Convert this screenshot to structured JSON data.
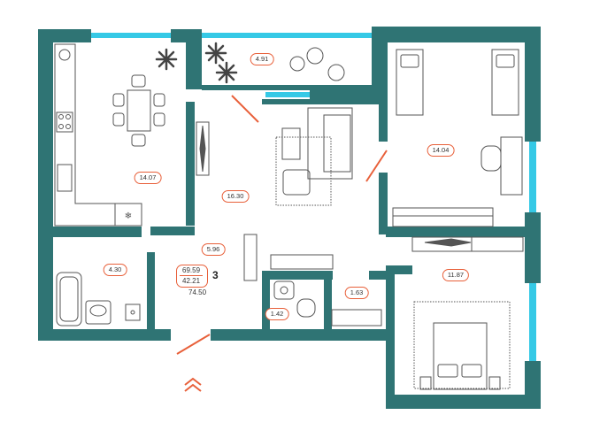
{
  "colors": {
    "wall": "#2f7474",
    "window": "#35c9e6",
    "door": "#e8603a",
    "furniture": "#555555",
    "label_border": "#e8603a"
  },
  "rooms": [
    {
      "id": "kitchen",
      "area": "14.07"
    },
    {
      "id": "balcony",
      "area": "4.91"
    },
    {
      "id": "living",
      "area": "16.30"
    },
    {
      "id": "bedroom-top",
      "area": "14.04"
    },
    {
      "id": "hall",
      "area": "5.96"
    },
    {
      "id": "bathroom",
      "area": "4.30"
    },
    {
      "id": "wc",
      "area": "1.42"
    },
    {
      "id": "closet",
      "area": "1.63"
    },
    {
      "id": "bedroom-bottom",
      "area": "11.87"
    }
  ],
  "summary": {
    "living_area": "69.59",
    "kitchen_area": "42.21",
    "room_count": "3",
    "total_area": "74.50"
  },
  "entrance_icon": "chevron-up-double-icon"
}
